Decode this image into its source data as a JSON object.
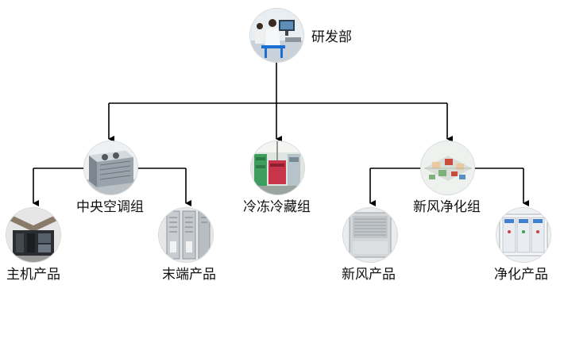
{
  "diagram": {
    "root": {
      "label": "研发部",
      "icon": "lab-photo-icon"
    },
    "groups": [
      {
        "label": "中央空调组",
        "icon": "chiller-unit-icon"
      },
      {
        "label": "冷冻冷藏组",
        "icon": "cold-storage-icon"
      },
      {
        "label": "新风净化组",
        "icon": "ventilation-model-icon"
      }
    ],
    "products": [
      {
        "label": "主机产品",
        "icon": "main-unit-icon"
      },
      {
        "label": "末端产品",
        "icon": "terminal-unit-icon"
      },
      {
        "label": "新风产品",
        "icon": "fresh-air-unit-icon"
      },
      {
        "label": "净化产品",
        "icon": "purification-cabinet-icon"
      }
    ],
    "line_color": "#000000"
  }
}
